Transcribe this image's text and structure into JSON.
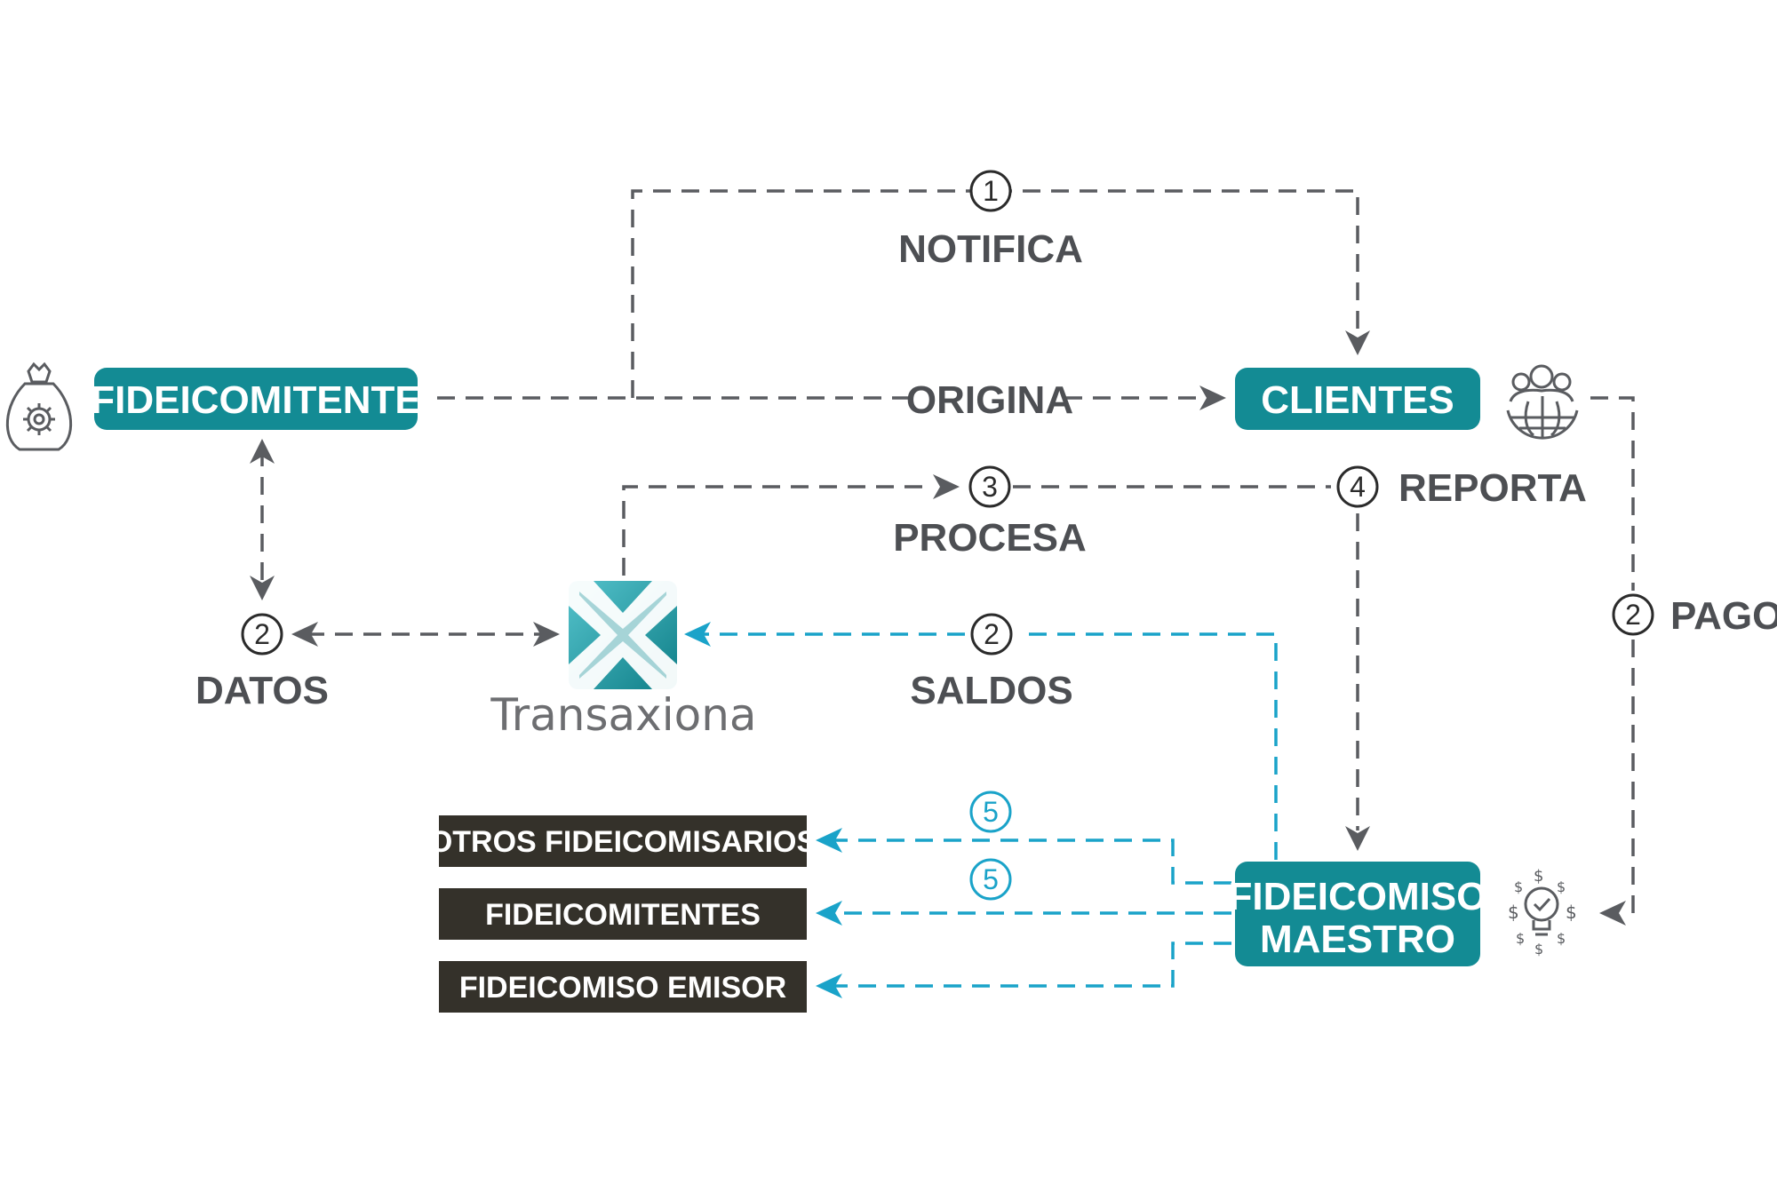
{
  "nodes": {
    "fideicomitente": "FIDEICOMITENTE",
    "clientes": "CLIENTES",
    "fideicomiso_maestro_line1": "FIDEICOMISO",
    "fideicomiso_maestro_line2": "MAESTRO",
    "otros_fideicomisarios": "OTROS FIDEICOMISARIOS",
    "fideicomitentes": "FIDEICOMITENTES",
    "fideicomiso_emisor": "FIDEICOMISO EMISOR"
  },
  "logo": {
    "brand_text": "Transaxiona"
  },
  "flows": {
    "notifica": {
      "step": "1",
      "label": "NOTIFICA"
    },
    "origina": {
      "label": "ORIGINA"
    },
    "procesa": {
      "step": "3",
      "label": "PROCESA"
    },
    "reporta": {
      "step": "4",
      "label": "REPORTA"
    },
    "datos": {
      "step": "2",
      "label": "DATOS"
    },
    "saldos": {
      "step": "2",
      "label": "SALDOS"
    },
    "pagos": {
      "step": "2",
      "label": "PAGOS"
    },
    "distribucion_1": {
      "step": "5"
    },
    "distribucion_2": {
      "step": "5"
    }
  },
  "icons": {
    "fideicomitente": "money-bag-gear-icon",
    "clientes": "people-globe-icon",
    "fideicomiso_maestro": "lightbulb-dollar-icon"
  },
  "colors": {
    "node_fill": "#138b94",
    "dark_box_fill": "#34312a",
    "dashed_gray": "#5a5c60",
    "dashed_blue": "#1aa3c9",
    "label_gray": "#4d4f53"
  }
}
